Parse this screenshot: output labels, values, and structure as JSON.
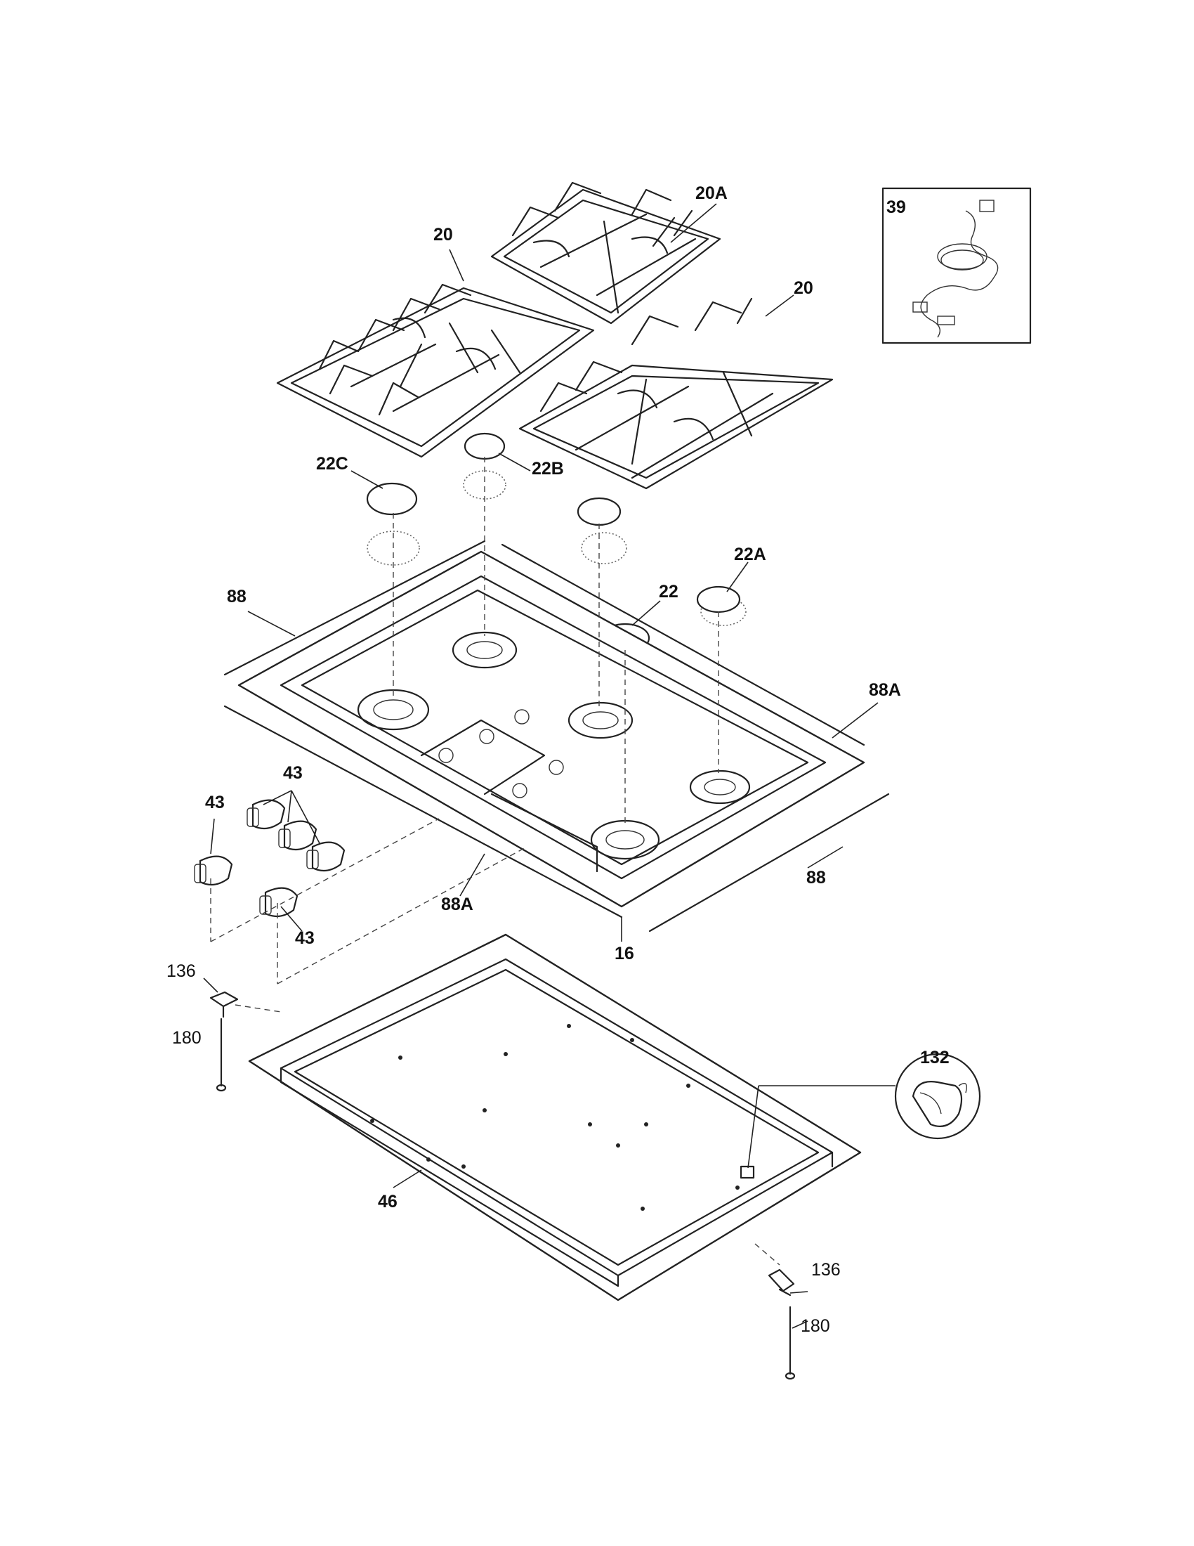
{
  "labels": {
    "grate_left": "20",
    "grate_center": "20A",
    "grate_right": "20",
    "power_cord": "39",
    "cap_22c": "22C",
    "cap_22b": "22B",
    "cap_22a": "22A",
    "cap_22": "22",
    "trim_88_left": "88",
    "trim_88_right": "88",
    "trim_88a_right": "88A",
    "trim_88a_front": "88A",
    "knob_43_group": "43",
    "knob_43_left": "43",
    "knob_43_bottom": "43",
    "cooktop_top": "16",
    "bracket_136_left": "136",
    "screw_180_left": "180",
    "bracket_136_right": "136",
    "screw_180_right": "180",
    "burner_box": "46",
    "ignitor_132": "132"
  },
  "colors": {
    "ink": "#222222",
    "paper": "#ffffff"
  },
  "icons": [
    "power-cord-icon",
    "spark-module-icon"
  ]
}
